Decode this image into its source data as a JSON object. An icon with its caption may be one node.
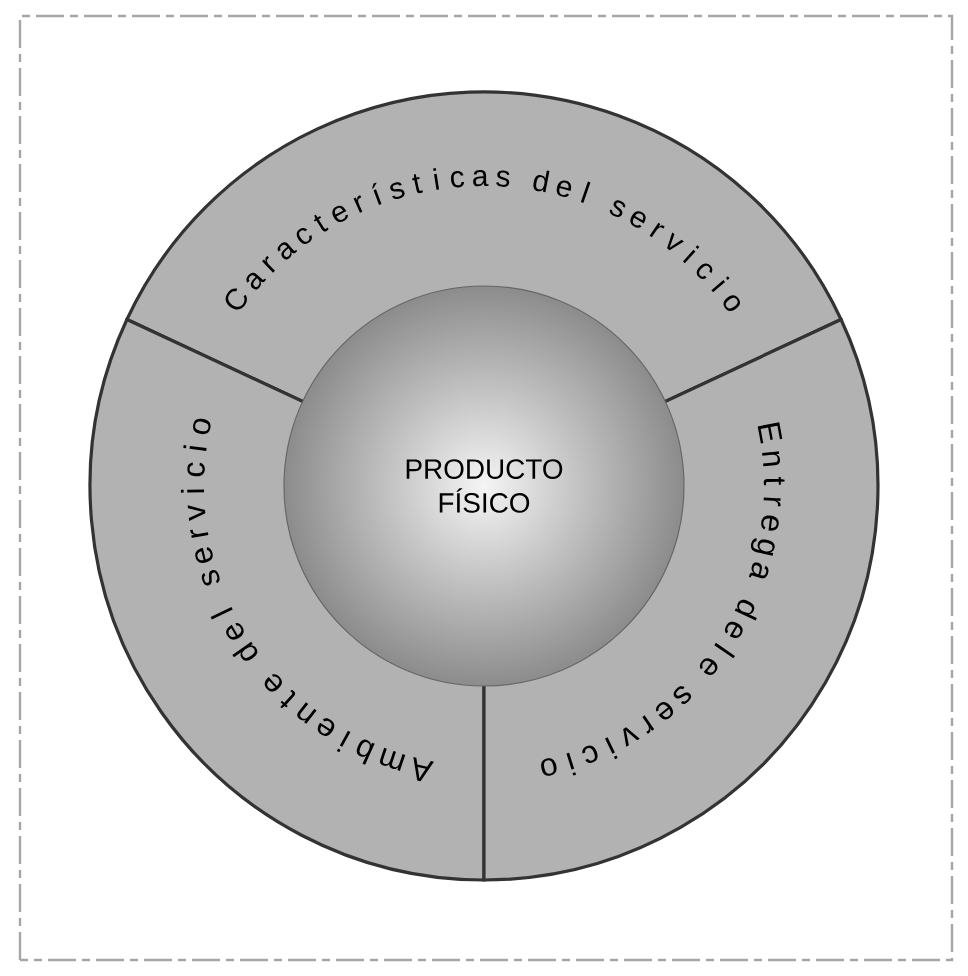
{
  "diagram": {
    "nodes": [
      {
        "text": [
          "Características del servicio"
        ]
      },
      {
        "text": [
          "Ambiente del servicio"
        ]
      },
      {
        "text": [
          "PRODUCTO FÍSICO"
        ]
      },
      {
        "text": [
          "Entrega dele servicio"
        ]
      }
    ]
  }
}
